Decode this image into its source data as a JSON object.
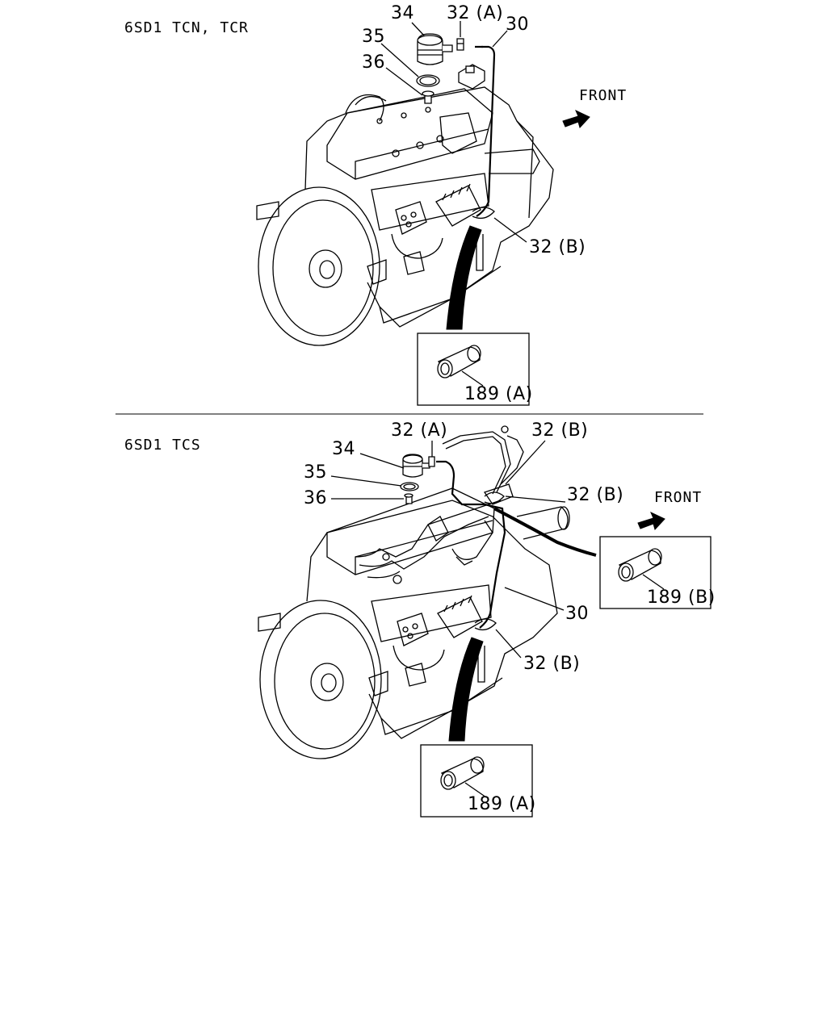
{
  "top": {
    "title": "6SD1 TCN, TCR",
    "front": "FRONT",
    "callouts": {
      "c34": "34",
      "c32a": "32 (A)",
      "c30": "30",
      "c35": "35",
      "c36": "36",
      "c32b": "32 (B)"
    },
    "detail_label": "189 (A)"
  },
  "bottom": {
    "title": "6SD1 TCS",
    "front": "FRONT",
    "callouts": {
      "c32a": "32 (A)",
      "c32b_top": "32 (B)",
      "c34": "34",
      "c35": "35",
      "c36": "36",
      "c32b_mid": "32 (B)",
      "c30": "30",
      "c32b_low": "32 (B)"
    },
    "detail_a_label": "189 (A)",
    "detail_b_label": "189 (B)"
  }
}
